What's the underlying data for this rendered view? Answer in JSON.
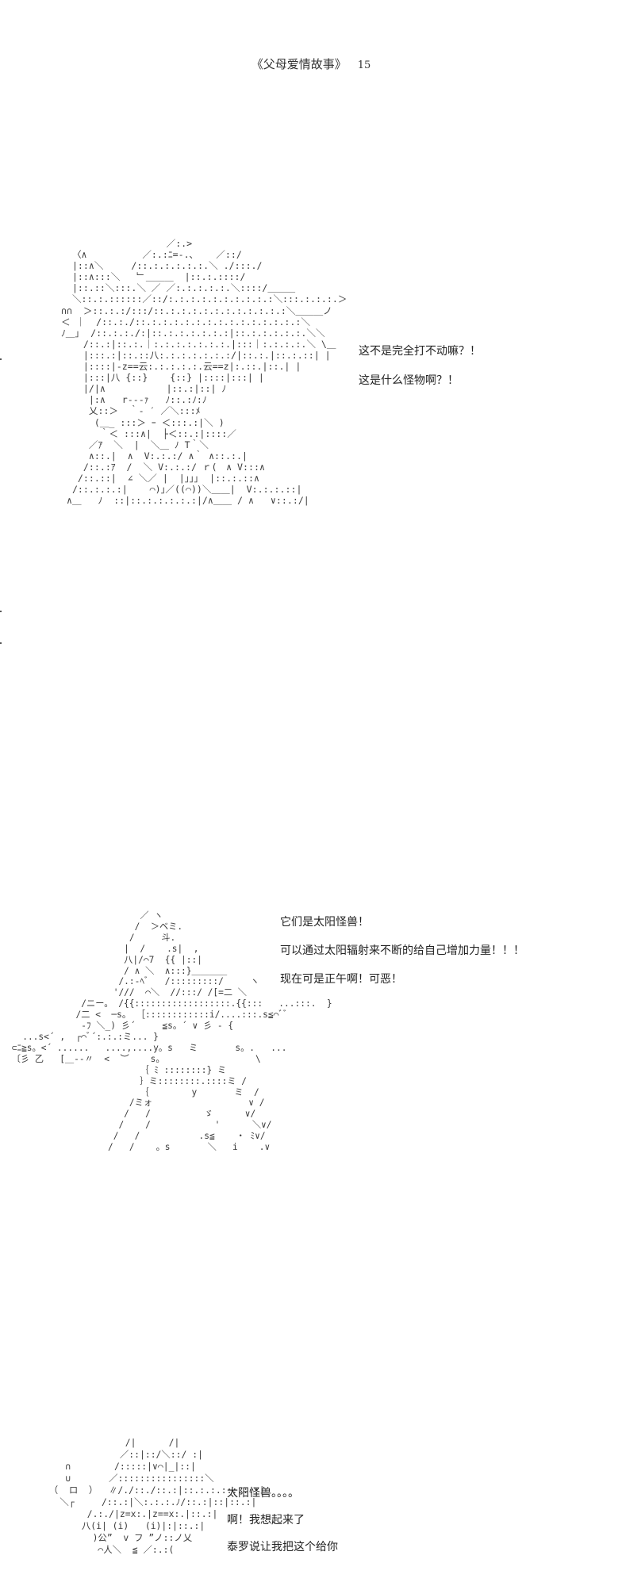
{
  "header": {
    "title": "《父母爱情故事》",
    "page_number": "15"
  },
  "panel1": {
    "art": "                    ／:.>\n   〈∧          ／:.:ﾆ=-.､    ／::/\n   |::∧＼     /::.:.:.:.:.:.＼ ./:::./\n   |::∧:::＼   ﹂＿＿＿  |::.:.::::/\n   |::.::＼:::.＼ ／ ／:.:.:.:.:.＼::::/＿＿＿\n   ＼::.:.::::::／::/:.:.:.:.:.:.:.:.:.:＼:::.:.:.:.＞\n ∩∩  ＞::.:.:/:::/::.:.:.:.:.:.:.:.:.:.:.:＼＿＿＿ノ\n ＜ ｜  /::.:./::.:.:.:.:.:.:.:.:.:.:.:.:.:.:＼\n ﾉ＿｣  /::.:.:./:|::.:.:.:.:.:.:|::.:.:.:.:.:.＼＼\n     /::.:|::.:.｜:.:.:.:.:.:.:.|:::｜:.:.:.:.＼ \\＿\n     |:::.:|::.::八:.:.:.:.:.:.:/|::.:.|::.:.::| |\n     |::::|-z==云:.:.:.:.:.云==z|:.::.|::.| |\n     |:::|八 {::}    {::} |::::|:::| |\n     |/|∧           |::.:|::| ﾉ\n      |:∧   r‐-‐ｧ   ﾉ::.:ﾉ:ﾉ\n      乂::＞  ｀‐ ′ ／＼:::ﾒ\n       (＿_ :::＞ ｰ ＜:::.:|＼ )\n        ｀＜ :::∧|  ├＜::.:|::::／\n      ／ｱ  ＼  |  ＼＿ ﾉ T｀＼\n      ∧::.|  ∧  V:.:.:/ ∧｀ ∧::.:.|\n     /::.:ｱ  /  ＼ V:.:.:/ ｒ(　∧ V:::∧\n    /::.::|  ∠ ＼／ |  |｣｣｣  |::.:.::∧\n   /::.:.:.:|    ⌒)｣／((⌒))＼＿＿|  V:.:.:.::|\n  ∧＿   ﾉ  ::|::.:.:.:.:.:|/∧＿＿ / ∧   ∨::.:/|",
    "line1": "这不是完全打不动嘛？！",
    "line2": "这是什么怪物啊？！"
  },
  "panel2": {
    "art": "                         ／ ヽ\n                        /  ＞ベミ.\n                       /     斗.\n                      |  /    .s|  ,\n                      八|/⌒7  {{ |::|\n                      / ∧ ＼  ∧:::}＿＿＿＿\n                     /.:-ﾍﾞ   /:::::::::/     ヽ\n                    '///  ⌒＼  //:::/ /[=二 ＼\n              /ニー。 /{{::::::::::::::::::.{{:::   ...:::.  }\n             /二 <  ─s。 ［::::::::::::i/....:::.s≦⌒ﾞﾞ\n              ‐ﾌ ＼_) 彡´     ≦s。´ ∨ 彡 ‐ {\n   ...s<´ ,  ┌⌒ﾞ´:.:.:ミ... }\n ⊂ﾆ≧s。<´ ......   ....,....y。s   ミ       s。.   ...\n 〔彡 乙   [＿‐‐〃  <  ︶    s。                 \\\n                         ｛ ﾐ ::::::::} ミ\n                         ｝ミ::::::::.::::ミ /\n                         ｛        y       ミ  /\n                       /ミォ                  ∨ /\n                      /   /          ゞ      ∨/\n                     /    /            '      ＼∨/\n                    /   /           .s≦    ・ ﾐ∨/\n                   /   /    。s       ＼   i    .∨",
    "line1": "它们是太阳怪兽！",
    "line2": "可以通过太阳辐射来不断的给自己增加力量！！！",
    "line3": "现在可是正午啊！可恶！"
  },
  "panel3": {
    "art": "                /|      /|\n               ／::|::/＼::/ :|\n     ∩        /:::::|∨⌒|_|::|\n     ∪       ／::::::::::::::::＼\n  （  ロ  ）  ∥/./::./::.:|::.:.:.:::.:.:|\n    ＼┌     /::.:|＼:.:.:.ﾉ/::.:|::|::.:|\n         /.:./|z=x:.|z==x:.|::.:|\n        八(i| (i)   (i)|:|::.:|\n          )公”  v フ ”ノ::ノ乂\n           ⌒人＼  ≦ ／:.:(",
    "line1": "太阳怪兽。。。。",
    "line2": "啊！我想起来了",
    "line3": "泰罗说让我把这个给你"
  }
}
